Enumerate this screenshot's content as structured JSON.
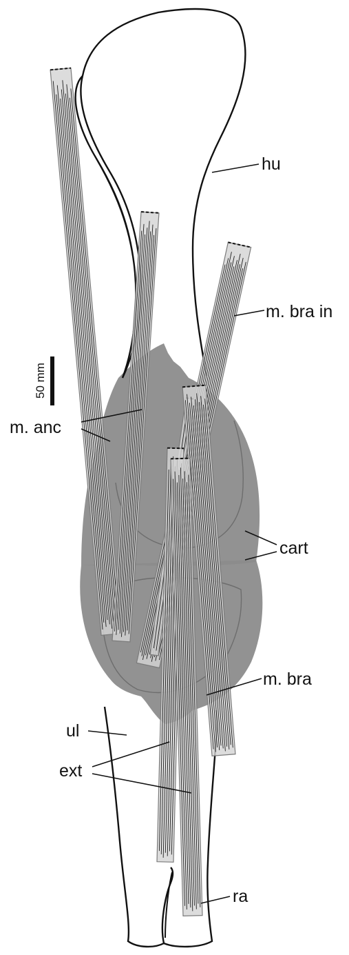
{
  "labels": {
    "hu": "hu",
    "m_bra_in": "m. bra in",
    "m_anc": "m. anc",
    "cart": "cart",
    "m_bra": "m. bra",
    "ul": "ul",
    "ext": "ext",
    "ra": "ra"
  },
  "scale_bar": {
    "label": "50 mm"
  },
  "colors": {
    "cartilage": "#8c8c8c",
    "muscle_fill": "#d4d4d4",
    "muscle_stroke": "#7a7a7a",
    "fiber": "#1e1e1e",
    "bone_outline": "#111111"
  }
}
